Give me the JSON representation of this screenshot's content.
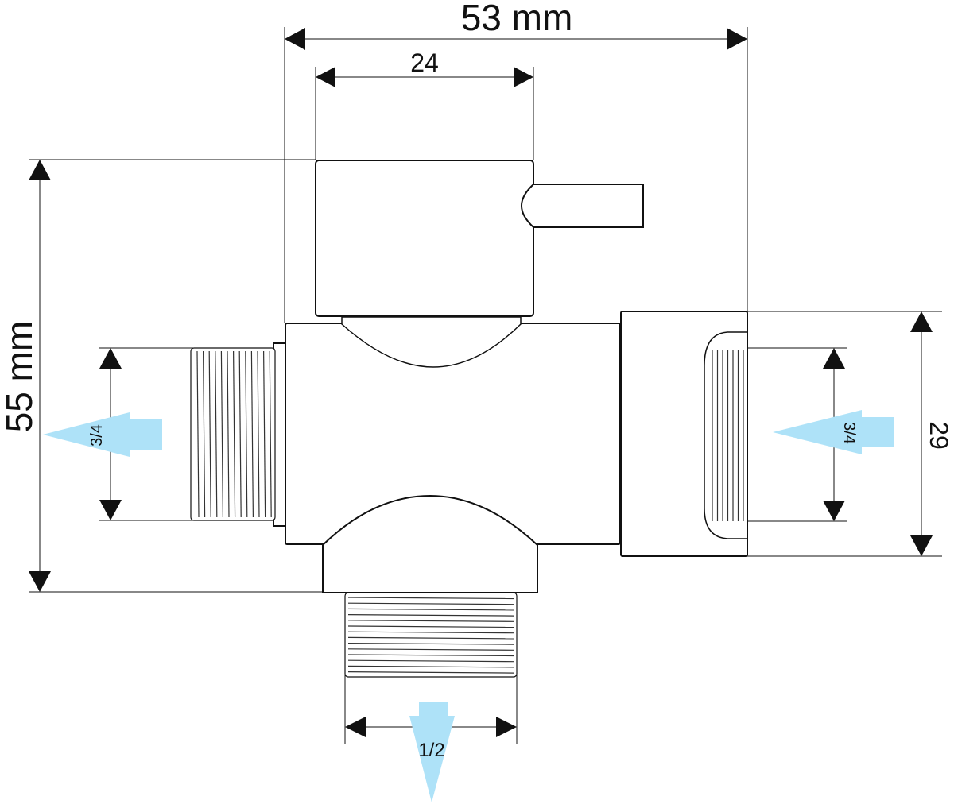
{
  "dimensions": {
    "overall_width": "53 mm",
    "handle_width": "24",
    "overall_height": "55 mm",
    "right_nut_height": "29",
    "left_thread": "3/4",
    "right_thread": "3/4",
    "bottom_thread": "1/2"
  },
  "colors": {
    "line": "#111111",
    "flow_arrow": "#aee2f8",
    "background": "#ffffff"
  }
}
